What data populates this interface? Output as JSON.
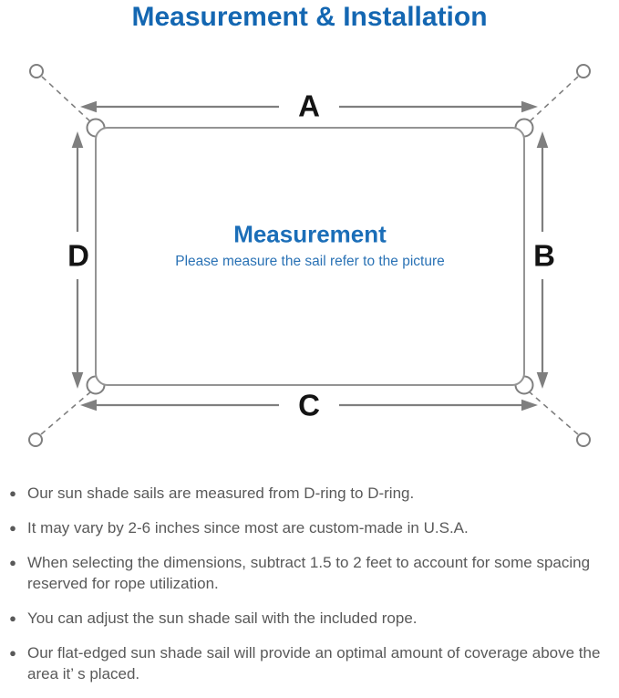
{
  "title": "Measurement & Installation",
  "diagram": {
    "labels": {
      "a": "A",
      "b": "B",
      "c": "C",
      "d": "D"
    },
    "center_title": "Measurement",
    "center_subtitle": "Please measure the sail refer to the picture"
  },
  "notes": {
    "bullet_glyph": "●",
    "items": [
      "Our sun shade sails are measured from D-ring to D-ring.",
      "It may vary by 2-6 inches since most are custom-made in U.S.A.",
      "When selecting the dimensions, subtract 1.5 to 2 feet to account for some spacing reserved for rope utilization.",
      "You can adjust the sun shade sail with the included rope.",
      "Our flat-edged sun shade sail will provide an optimal amount of coverage above the area it’ s placed."
    ]
  },
  "colors": {
    "accent_blue": "#1467b2",
    "center_blue": "#1b6eb8",
    "line_gray": "#7f7f7f",
    "border_gray": "#949494",
    "text_gray": "#595959",
    "label_black": "#141414"
  }
}
